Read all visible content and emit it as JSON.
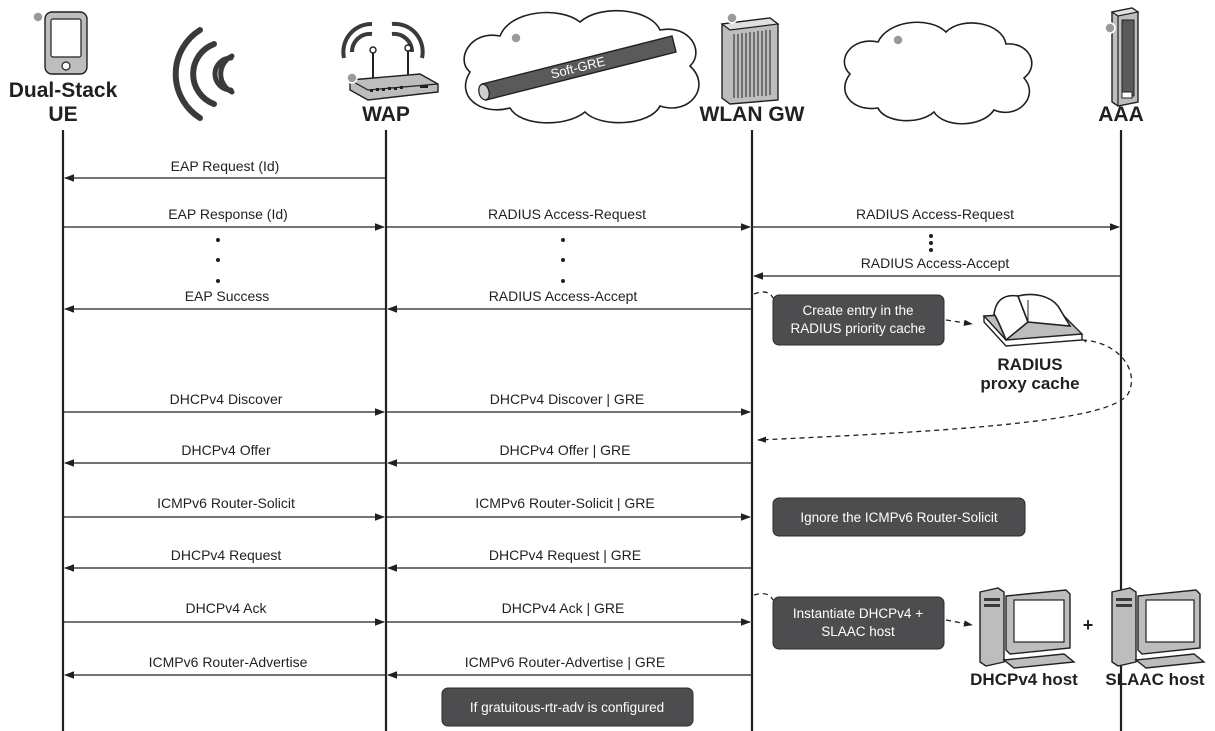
{
  "entities": {
    "ue": {
      "line1": "Dual-Stack",
      "line2": "UE"
    },
    "wap": {
      "label": "WAP"
    },
    "wlangw": {
      "label": "WLAN GW"
    },
    "aaa": {
      "label": "AAA"
    }
  },
  "tunnel_label": "Soft-GRE",
  "messages": [
    {
      "text": "EAP Request (Id)"
    },
    {
      "text": "EAP Response (Id)"
    },
    {
      "text": "RADIUS Access-Request"
    },
    {
      "text": "RADIUS Access-Request"
    },
    {
      "text": "RADIUS Access-Accept"
    },
    {
      "text": "EAP Success"
    },
    {
      "text": "RADIUS Access-Accept"
    },
    {
      "text": "DHCPv4 Discover"
    },
    {
      "text": "DHCPv4 Discover | GRE"
    },
    {
      "text": "DHCPv4 Offer"
    },
    {
      "text": "DHCPv4 Offer | GRE"
    },
    {
      "text": "ICMPv6 Router-Solicit"
    },
    {
      "text": "ICMPv6 Router-Solicit | GRE"
    },
    {
      "text": "DHCPv4 Request"
    },
    {
      "text": "DHCPv4 Request | GRE"
    },
    {
      "text": "DHCPv4 Ack"
    },
    {
      "text": "DHCPv4 Ack | GRE"
    },
    {
      "text": "ICMPv6 Router-Advertise"
    },
    {
      "text": "ICMPv6 Router-Advertise | GRE"
    }
  ],
  "notes": {
    "radius_cache_entry": [
      "Create entry in the",
      "RADIUS priority cache"
    ],
    "ignore_rs": [
      "Ignore the ICMPv6 Router-Solicit"
    ],
    "instantiate_host": [
      "Instantiate DHCPv4 +",
      "SLAAC host"
    ],
    "gratuitous": [
      "If gratuitous-rtr-adv is configured"
    ]
  },
  "radius_cache": {
    "line1": "RADIUS",
    "line2": "proxy cache"
  },
  "hosts": {
    "dhcp": "DHCPv4 host",
    "slaac": "SLAAC host",
    "plus": "+"
  }
}
